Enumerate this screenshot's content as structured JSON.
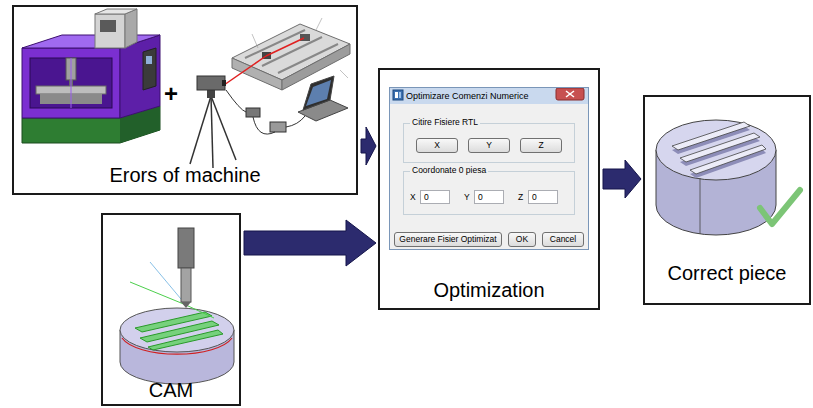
{
  "diagram": {
    "nodes": [
      {
        "text": [
          "Erors of machine"
        ]
      },
      {
        "text": [
          "CAM"
        ]
      },
      {
        "text": [
          "Optimization"
        ]
      },
      {
        "text": [
          "Optimizare Comenzi Numerice"
        ],
        "in": 2
      },
      {
        "text": [
          "Citire Fisiere RTL"
        ],
        "in": 3
      },
      {
        "text": [
          "X"
        ],
        "in": 4
      },
      {
        "text": [
          "Y"
        ],
        "in": 4
      },
      {
        "text": [
          "Z"
        ],
        "in": 4
      },
      {
        "text": [
          "Coordonate 0 piesa"
        ],
        "in": 3
      },
      {
        "text": [
          "X",
          "0"
        ],
        "in": 8
      },
      {
        "text": [
          "Y",
          "0"
        ],
        "in": 8
      },
      {
        "text": [
          "Z",
          "0"
        ],
        "in": 8
      },
      {
        "text": [
          "Generare Fisier Optimizat"
        ],
        "in": 3
      },
      {
        "text": [
          "OK"
        ],
        "in": 3
      },
      {
        "text": [
          "Cancel"
        ],
        "in": 3
      },
      {
        "text": [
          "Correct piece"
        ]
      }
    ],
    "edges": [
      {
        "from": 0,
        "to": 2,
        "arrow": "to"
      },
      {
        "from": 1,
        "to": 2,
        "arrow": "to"
      },
      {
        "from": 2,
        "to": 15,
        "arrow": "to"
      }
    ],
    "labels": [
      "+"
    ]
  }
}
